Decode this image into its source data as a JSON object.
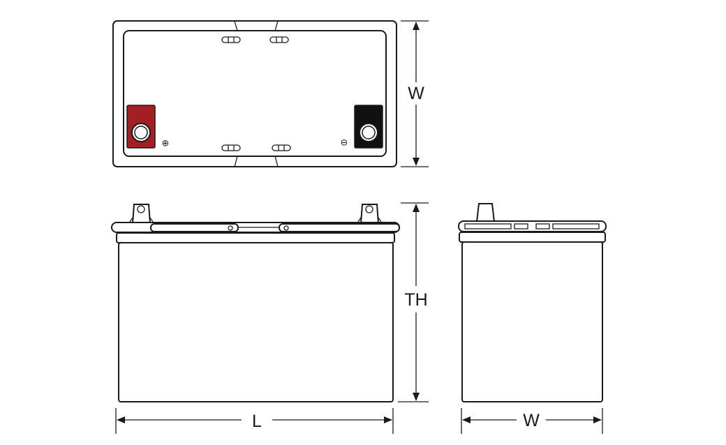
{
  "views": {
    "top": {
      "dimension_label": "W"
    },
    "front": {
      "height_label": "TH",
      "length_label": "L"
    },
    "side": {
      "width_label": "W"
    }
  },
  "terminals": {
    "positive": {
      "symbol": "⊕",
      "color": "#a41f24"
    },
    "negative": {
      "symbol": "⊖",
      "color": "#111111"
    }
  }
}
